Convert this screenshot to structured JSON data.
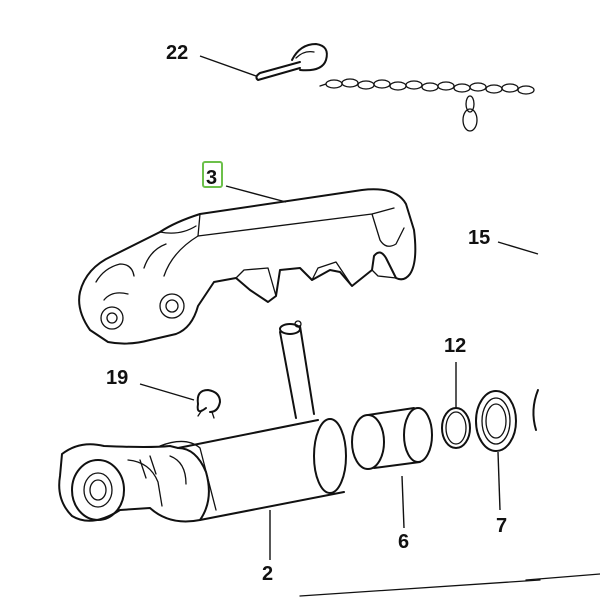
{
  "callouts": [
    {
      "id": "22",
      "text": "22"
    },
    {
      "id": "3",
      "text": "3",
      "highlighted": true
    },
    {
      "id": "15",
      "text": "15"
    },
    {
      "id": "12",
      "text": "12"
    },
    {
      "id": "19",
      "text": "19"
    },
    {
      "id": "6",
      "text": "6"
    },
    {
      "id": "7",
      "text": "7"
    },
    {
      "id": "2",
      "text": "2"
    }
  ],
  "colors": {
    "line": "#111111",
    "highlight": "#6cc04a",
    "background": "#ffffff"
  }
}
